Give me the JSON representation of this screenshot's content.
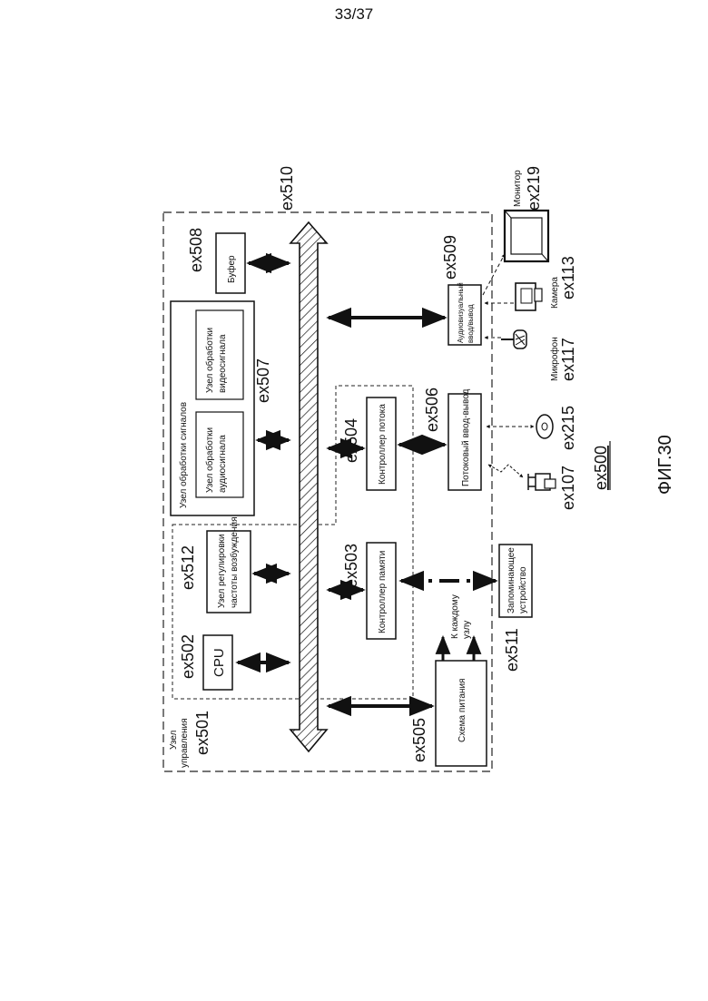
{
  "page_number": "33/37",
  "figure_label": "ФИГ.30",
  "system": {
    "ref": "ex500"
  },
  "bus": {
    "ref": "ex510"
  },
  "control_unit": {
    "ref": "ex501",
    "label_line1": "Узел",
    "label_line2": "управления"
  },
  "cpu": {
    "ref": "ex502",
    "label": "CPU"
  },
  "drive_freq": {
    "ref": "ex512",
    "label_line1": "Узел регулировки",
    "label_line2": "частоты возбуждения"
  },
  "signal_proc": {
    "ref": "ex507",
    "label": "Узел обработки сигналов"
  },
  "audio_proc": {
    "label_line1": "Узел обработки",
    "label_line2": "аудиосигнала"
  },
  "video_proc": {
    "label_line1": "Узел обработки",
    "label_line2": "видеосигнала"
  },
  "buffer": {
    "ref": "ex508",
    "label": "Буфер"
  },
  "mem_ctrl": {
    "ref": "ex503",
    "label": "Контроллер памяти"
  },
  "stream_ctrl": {
    "ref": "ex504",
    "label": "Контроллер потока"
  },
  "power": {
    "ref": "ex505",
    "label": "Схема питания"
  },
  "each_unit": {
    "label_line1": "К каждому",
    "label_line2": "узлу"
  },
  "stream_io": {
    "ref": "ex506",
    "label": "Потоковый ввод-вывод"
  },
  "av_io": {
    "ref": "ex509",
    "label_line1": "Аудиовизуальный",
    "label_line2": "ввод/вывод"
  },
  "storage": {
    "ref": "ex511",
    "label_line1": "Запоминающее",
    "label_line2": "устройство"
  },
  "antenna": {
    "ref": "ex107"
  },
  "disc": {
    "ref": "ex215"
  },
  "microphone": {
    "ref": "ex117",
    "label": "Микрофон"
  },
  "camera": {
    "ref": "ex113",
    "label": "Камера"
  },
  "monitor": {
    "ref": "ex219",
    "label": "Монитор"
  }
}
